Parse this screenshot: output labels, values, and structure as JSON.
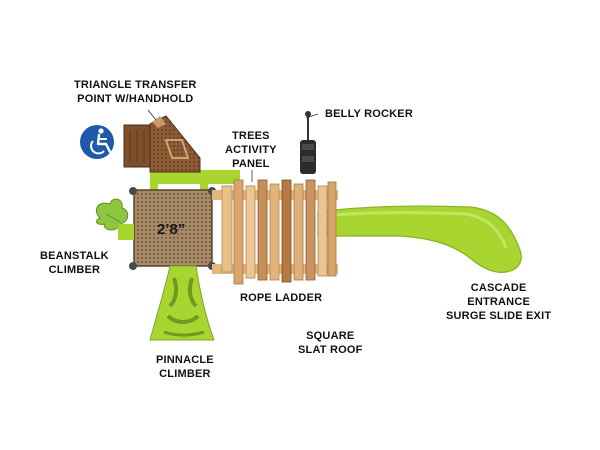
{
  "labels": {
    "triangle_transfer": [
      "TRIANGLE TRANSFER",
      "POINT W/HANDHOLD"
    ],
    "belly_rocker": "BELLY ROCKER",
    "trees_activity_panel": [
      "TREES",
      "ACTIVITY",
      "PANEL"
    ],
    "beanstalk_climber": [
      "BEANSTALK",
      "CLIMBER"
    ],
    "rope_ladder": "ROPE LADDER",
    "cascade_slide": [
      "CASCADE",
      "ENTRANCE",
      "SURGE SLIDE EXIT"
    ],
    "square_slat_roof": [
      "SQUARE",
      "SLAT ROOF"
    ],
    "pinnacle_climber": [
      "PINNACLE",
      "CLIMBER"
    ]
  },
  "deck_height": "2’8”",
  "icons": {
    "accessibility": "accessibility-icon"
  },
  "colors": {
    "lime_green": "#a8d530",
    "dark_green": "#6e9b1f",
    "brown": "#8a5a32",
    "dark_brown": "#5b3a1e",
    "deck_tan": "#a58a66",
    "wood_light": "#e7c08a",
    "wood_dark": "#b9824d",
    "accessibility_blue": "#1f5aa8"
  }
}
